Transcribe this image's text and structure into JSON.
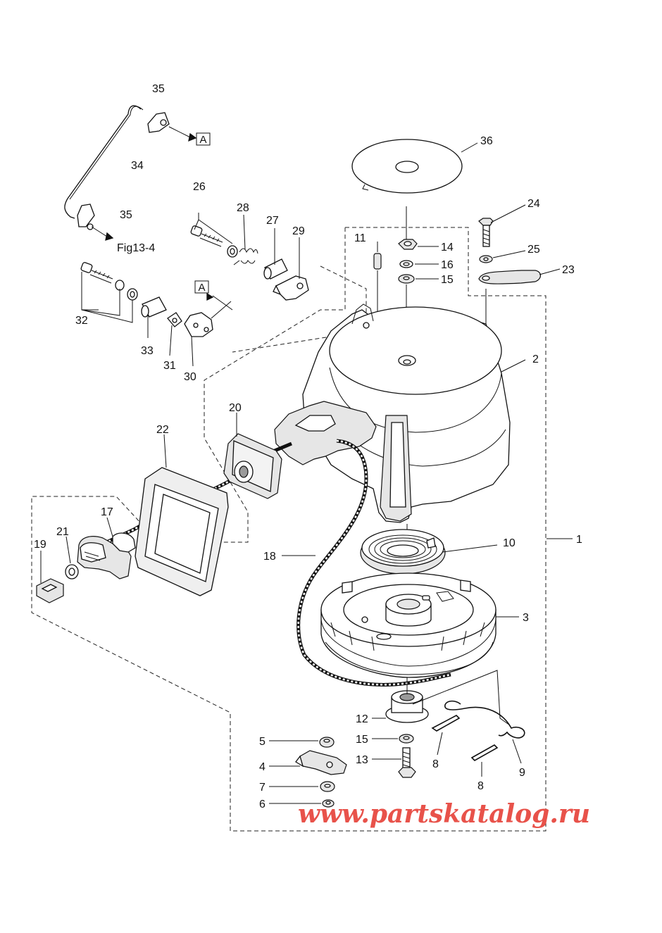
{
  "labels": {
    "p1": "1",
    "p2": "2",
    "p3": "3",
    "p4": "4",
    "p5": "5",
    "p6": "6",
    "p7": "7",
    "p8a": "8",
    "p8b": "8",
    "p9": "9",
    "p10": "10",
    "p11": "11",
    "p12": "12",
    "p13": "13",
    "p14": "14",
    "p15a": "15",
    "p15b": "15",
    "p16": "16",
    "p17": "17",
    "p18": "18",
    "p19": "19",
    "p20": "20",
    "p21": "21",
    "p22": "22",
    "p23": "23",
    "p24": "24",
    "p25": "25",
    "p26": "26",
    "p27": "27",
    "p28": "28",
    "p29": "29",
    "p30": "30",
    "p31": "31",
    "p32": "32",
    "p33": "33",
    "p34": "34",
    "p35a": "35",
    "p35b": "35",
    "p36": "36"
  },
  "ref_box_a_top": "A",
  "ref_box_a_mid": "A",
  "fig_ref": "Fig13-4",
  "watermark": "www.partskatalog.ru"
}
